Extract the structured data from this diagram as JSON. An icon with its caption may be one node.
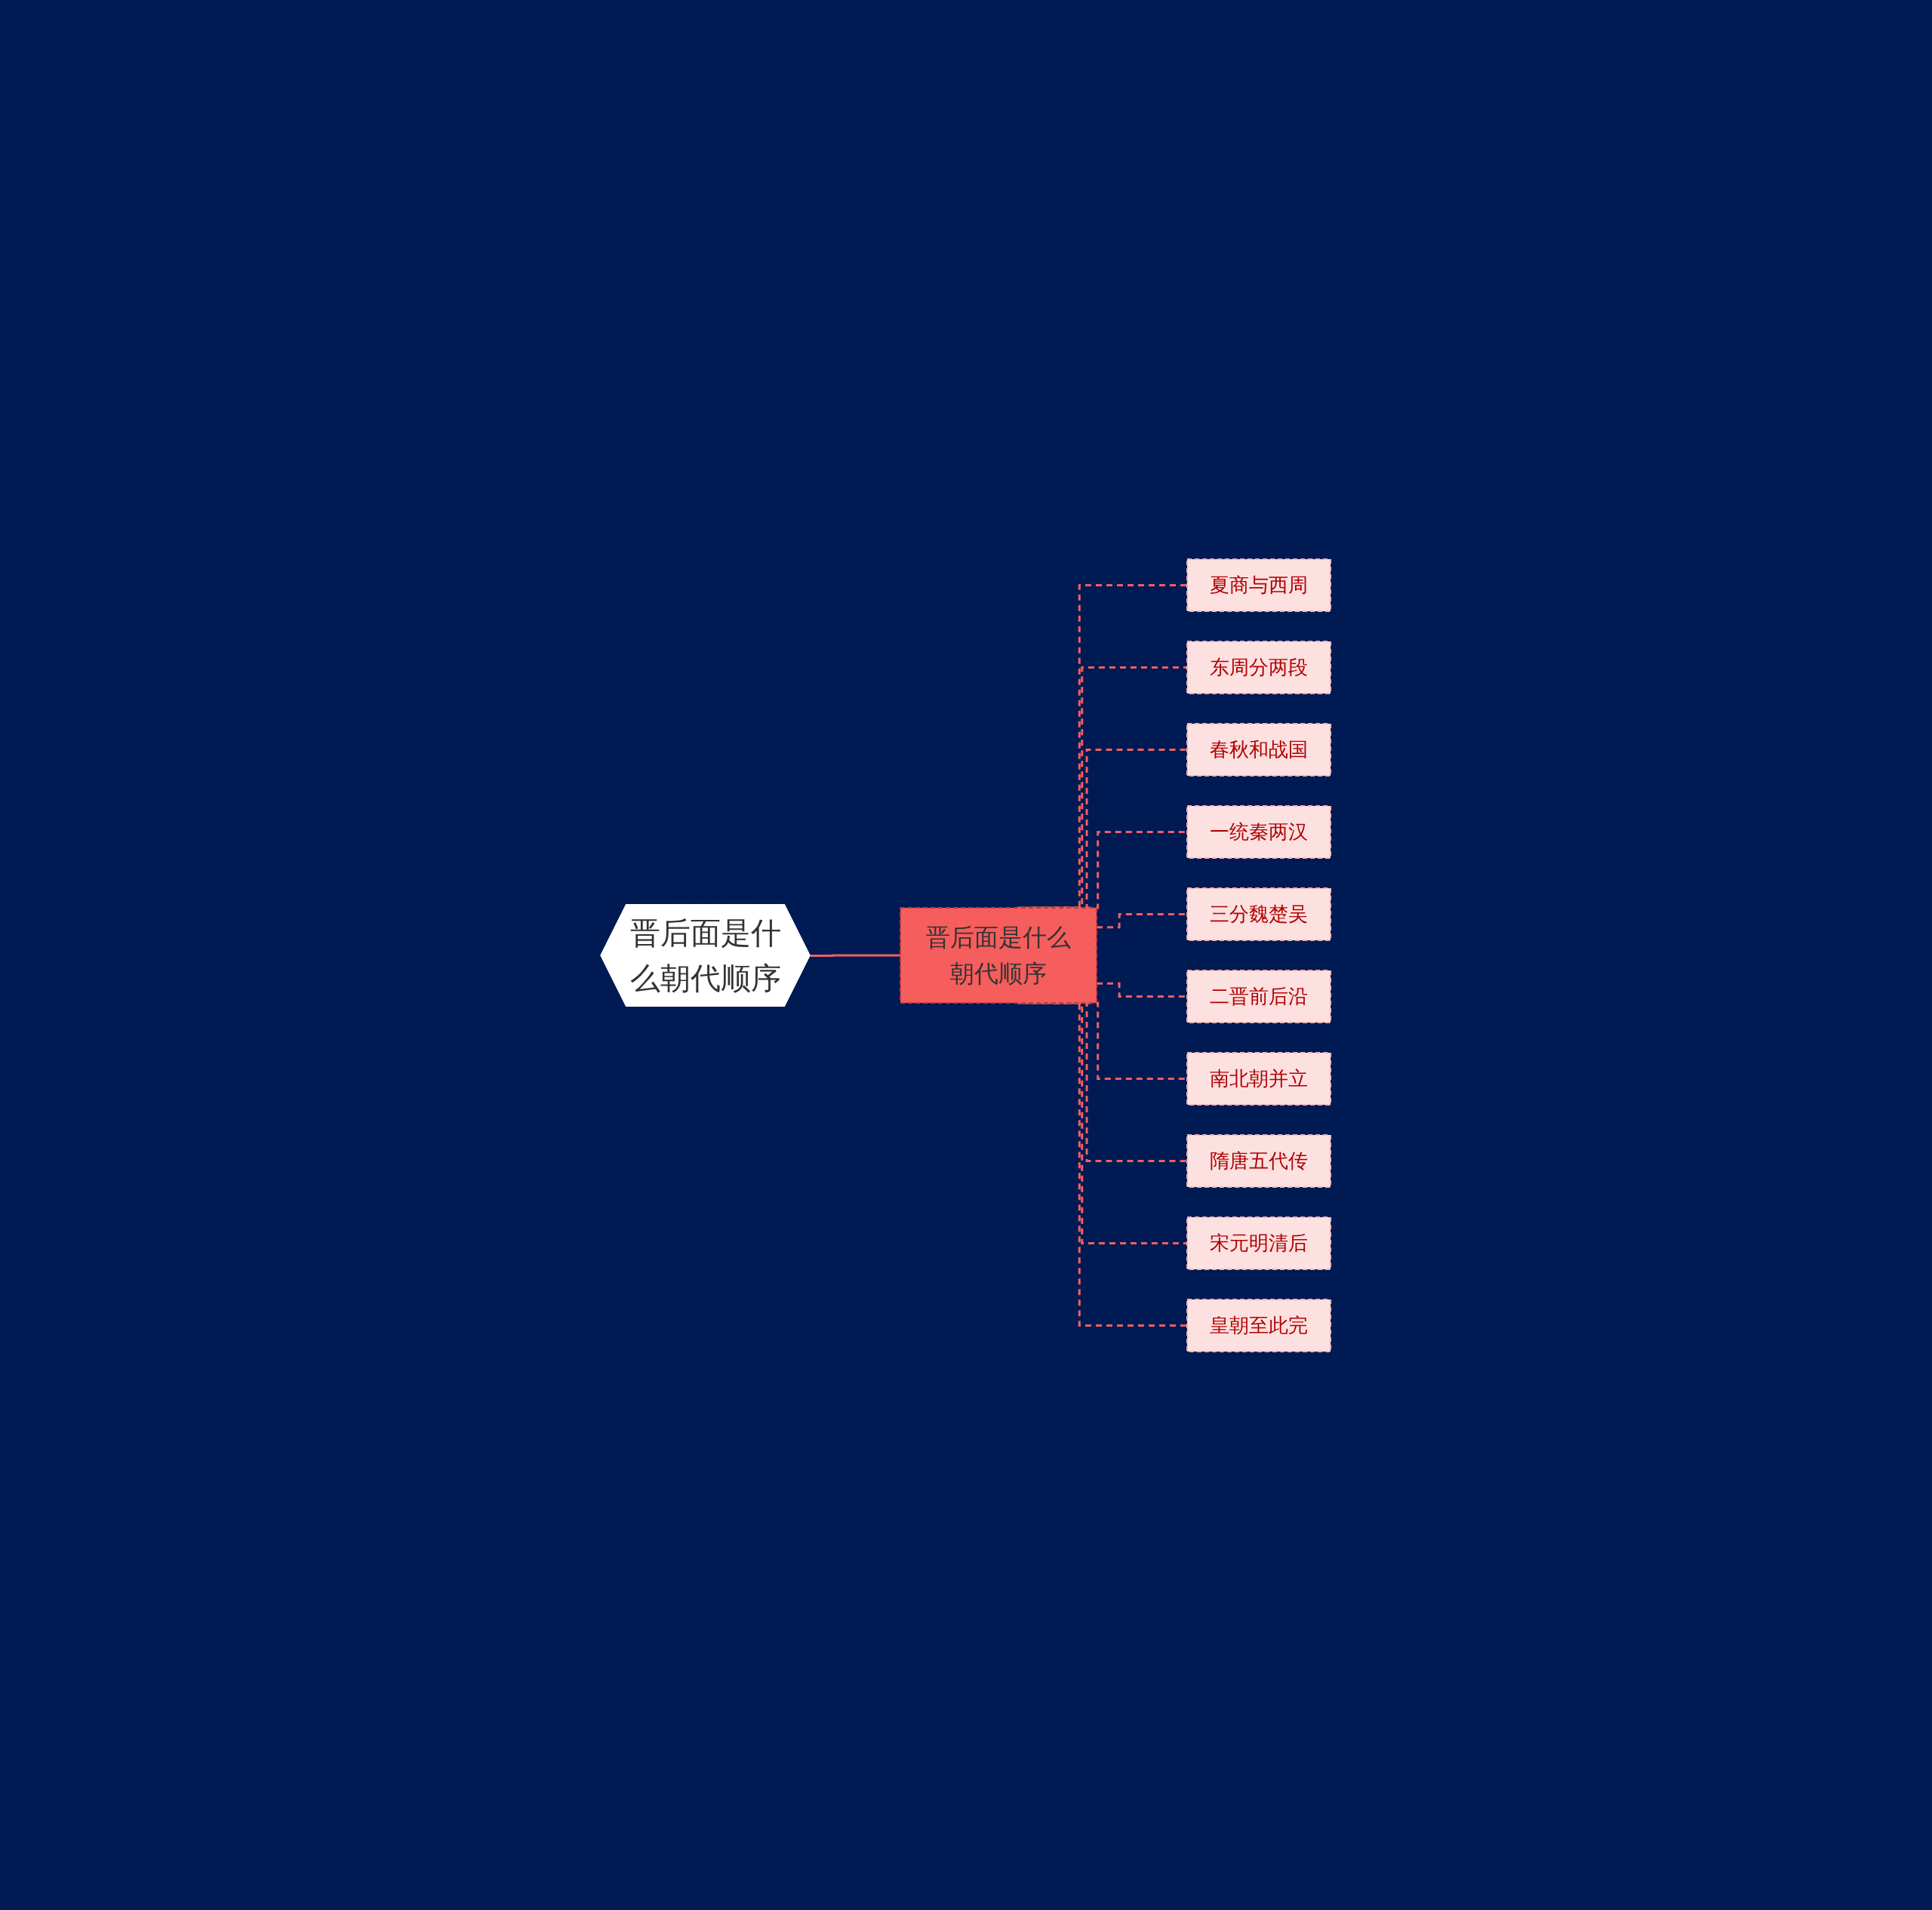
{
  "diagram": {
    "nodes": [
      {
        "text": [
          "晋后面是什么朝代顺序"
        ]
      },
      {
        "text": [
          "晋后面是什么朝代顺序"
        ]
      },
      {
        "text": [
          "夏商与西周"
        ]
      },
      {
        "text": [
          "东周分两段"
        ]
      },
      {
        "text": [
          "春秋和战国"
        ]
      },
      {
        "text": [
          "一统秦两汉"
        ]
      },
      {
        "text": [
          "三分魏楚吴"
        ]
      },
      {
        "text": [
          "二晋前后沿"
        ]
      },
      {
        "text": [
          "南北朝并立"
        ]
      },
      {
        "text": [
          "隋唐五代传"
        ]
      },
      {
        "text": [
          "宋元明清后"
        ]
      },
      {
        "text": [
          "皇朝至此完"
        ]
      }
    ],
    "edges": [
      {
        "from": 0,
        "to": 1,
        "arrow": "none"
      },
      {
        "from": 1,
        "to": 2,
        "arrow": "none",
        "style": "dashed"
      },
      {
        "from": 1,
        "to": 3,
        "arrow": "none",
        "style": "dashed"
      },
      {
        "from": 1,
        "to": 4,
        "arrow": "none",
        "style": "dashed"
      },
      {
        "from": 1,
        "to": 5,
        "arrow": "none",
        "style": "dashed"
      },
      {
        "from": 1,
        "to": 6,
        "arrow": "none",
        "style": "dashed"
      },
      {
        "from": 1,
        "to": 7,
        "arrow": "none",
        "style": "dashed"
      },
      {
        "from": 1,
        "to": 8,
        "arrow": "none",
        "style": "dashed"
      },
      {
        "from": 1,
        "to": 9,
        "arrow": "none",
        "style": "dashed"
      },
      {
        "from": 1,
        "to": 10,
        "arrow": "none",
        "style": "dashed"
      },
      {
        "from": 1,
        "to": 11,
        "arrow": "none",
        "style": "dashed"
      }
    ]
  }
}
